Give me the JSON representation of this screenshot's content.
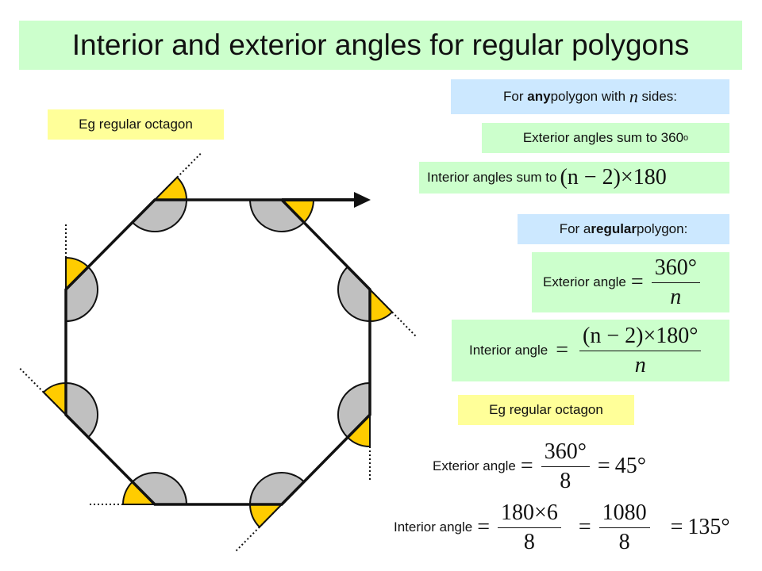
{
  "title": "Interior and exterior angles for regular polygons",
  "example_label": "Eg regular octagon",
  "any_polygon": {
    "prefix": "For ",
    "bold": "any",
    "middle": " polygon with ",
    "n": "n",
    "suffix": " sides:"
  },
  "exterior_sum": {
    "text": "Exterior angles sum to 360",
    "sup": "o"
  },
  "interior_sum": {
    "text": "Interior angles sum to",
    "formula": "(n − 2)×180"
  },
  "regular_polygon": {
    "prefix": "For a ",
    "bold": "regular",
    "suffix": " polygon:"
  },
  "exterior_formula": {
    "label": "Exterior angle",
    "eq": "=",
    "numerator": "360°",
    "denominator": "n"
  },
  "interior_formula": {
    "label": "Interior angle",
    "eq": "=",
    "numerator": "(n − 2)×180°",
    "denominator": "n"
  },
  "example2_label": "Eg regular octagon",
  "ex_exterior": {
    "label": "Exterior angle",
    "eq1": "=",
    "numerator": "360°",
    "denominator": "8",
    "eq2": "=",
    "result": "45°"
  },
  "ex_interior": {
    "label": "Interior angle",
    "eq1": "=",
    "num1": "180×6",
    "den1": "8",
    "eq2": "=",
    "num2": "1080",
    "den2": "8",
    "eq3": "=",
    "result": "135°"
  },
  "colors": {
    "title_bg": "#ccffcc",
    "blue_box": "#cce8ff",
    "yellow_box": "#ffff99",
    "interior_wedge": "#c0c0c0",
    "exterior_wedge": "#ffcc00"
  }
}
